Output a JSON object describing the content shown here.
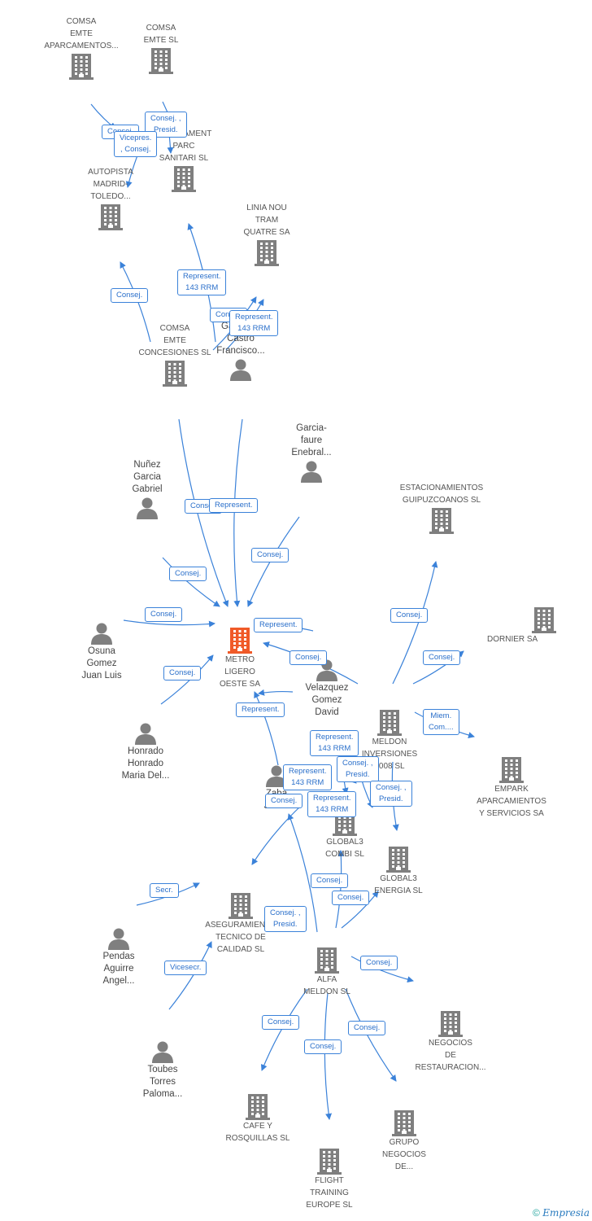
{
  "colors": {
    "edge": "#3b82d9",
    "company": "#7f7f7f",
    "person": "#7f7f7f",
    "focus": "#f05a28"
  },
  "nodes": [
    {
      "id": "metro",
      "kind": "company",
      "focus": true,
      "label": "METRO\nLIGERO\nOESTE SA",
      "icon": "building-icon"
    },
    {
      "id": "comsa_aparc",
      "kind": "company",
      "label": "COMSA\nEMTE\nAPARCAMENTOS...",
      "icon": "building-icon"
    },
    {
      "id": "comsa_sl",
      "kind": "company",
      "label": "COMSA\nEMTE  SL",
      "icon": "building-icon"
    },
    {
      "id": "aparcament",
      "kind": "company",
      "label": "APARCAMENT\nPARC\nSANITARI SL",
      "icon": "building-icon"
    },
    {
      "id": "autopista",
      "kind": "company",
      "label": "AUTOPISTA\nMADRID-\nTOLEDO...",
      "icon": "building-icon"
    },
    {
      "id": "linia",
      "kind": "company",
      "label": "LINIA NOU\nTRAM\nQUATRE SA",
      "icon": "building-icon"
    },
    {
      "id": "concesiones",
      "kind": "company",
      "label": "COMSA\nEMTE\nCONCESIONES SL",
      "icon": "building-icon"
    },
    {
      "id": "gambero",
      "kind": "person",
      "label": "Gambero\nCastro\nFrancisco...",
      "icon": "person-icon"
    },
    {
      "id": "garciafaure",
      "kind": "person",
      "label": "Garcia-\nfaure\nEnebral...",
      "icon": "person-icon"
    },
    {
      "id": "nunez",
      "kind": "person",
      "label": "Nuñez\nGarcia\nGabriel",
      "icon": "person-icon"
    },
    {
      "id": "osuna",
      "kind": "person",
      "label": "Osuna\nGomez\nJuan Luis",
      "icon": "person-icon"
    },
    {
      "id": "honrado",
      "kind": "person",
      "label": "Honrado\nHonrado\nMaria Del...",
      "icon": "person-icon"
    },
    {
      "id": "velazquez",
      "kind": "person",
      "label": "Velazquez\nGomez\nDavid",
      "icon": "person-icon"
    },
    {
      "id": "zabala",
      "kind": "person",
      "label": "Zaba\nJavier",
      "icon": "person-icon"
    },
    {
      "id": "estac",
      "kind": "company",
      "label": "ESTACIONAMIENTOS\nGUIPUZCOANOS SL",
      "icon": "building-icon"
    },
    {
      "id": "dornier",
      "kind": "company",
      "label": "DORNIER SA",
      "icon": "building-icon"
    },
    {
      "id": "meldon_inv",
      "kind": "company",
      "label": "MELDON\nINVERSIONES\n2008 SL",
      "icon": "building-icon"
    },
    {
      "id": "empark",
      "kind": "company",
      "label": "EMPARK\nAPARCAMIENTOS\nY SERVICIOS SA",
      "icon": "building-icon"
    },
    {
      "id": "global3combi",
      "kind": "company",
      "label": "GLOBAL3\nCOMBI SL",
      "icon": "building-icon"
    },
    {
      "id": "global3energia",
      "kind": "company",
      "label": "GLOBAL3\nENERGIA SL",
      "icon": "building-icon"
    },
    {
      "id": "aseguramiento",
      "kind": "company",
      "label": "ASEGURAMIENTO\nTECNICO DE\nCALIDAD SL",
      "icon": "building-icon"
    },
    {
      "id": "pendas",
      "kind": "person",
      "label": "Pendas\nAguirre\nAngel...",
      "icon": "person-icon"
    },
    {
      "id": "alfa",
      "kind": "company",
      "label": "ALFA\nMELDON SL",
      "icon": "building-icon"
    },
    {
      "id": "negocios_rest",
      "kind": "company",
      "label": "NEGOCIOS\nDE\nRESTAURACION...",
      "icon": "building-icon"
    },
    {
      "id": "toubes",
      "kind": "person",
      "label": "Toubes\nTorres\nPaloma...",
      "icon": "person-icon"
    },
    {
      "id": "cafe",
      "kind": "company",
      "label": "CAFE Y\nROSQUILLAS SL",
      "icon": "building-icon"
    },
    {
      "id": "flight",
      "kind": "company",
      "label": "FLIGHT\nTRAINING\nEUROPE SL",
      "icon": "building-icon"
    },
    {
      "id": "grupo",
      "kind": "company",
      "label": "GRUPO\nNEGOCIOS\nDE...",
      "icon": "building-icon"
    }
  ],
  "edge_labels": [
    "Consej.",
    "Consej. ,\nPresid.",
    "Vicepres.\n, Consej.",
    "Consej.",
    "Represent.\n143 RRM",
    "Consej.",
    "Represent.\n143 RRM",
    "Consej.",
    "Represent.",
    "Consej.",
    "Consej.",
    "Consej.",
    "Consej.",
    "Represent.",
    "Consej.",
    "Represent.",
    "Consej.",
    "Consej.",
    "Miem.\nCom....",
    "Represent.\n143 RRM",
    "Consej. ,\nPresid.",
    "Represent.\n143 RRM",
    "Consej. ,\nPresid.",
    "Represent.\n143 RRM",
    "Consej.",
    "Consej.",
    "Consej.",
    "Secr.",
    "Consej. ,\nPresid.",
    "Consej.",
    "Vicesecr.",
    "Consej.",
    "Consej.",
    "Consej."
  ],
  "footer": {
    "copyright": "©",
    "brand": "Empresia"
  }
}
